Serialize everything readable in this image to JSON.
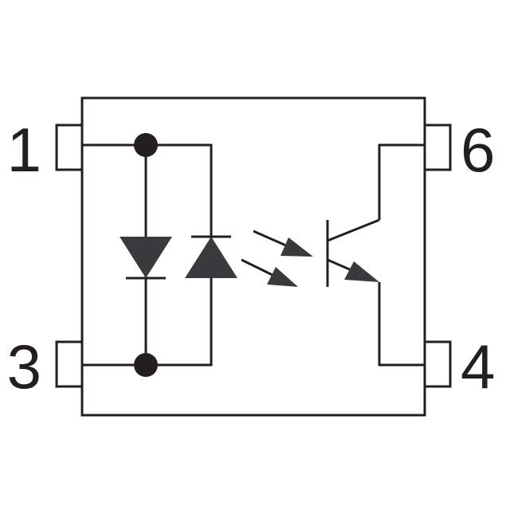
{
  "pins": [
    {
      "number": "1"
    },
    {
      "number": "3"
    },
    {
      "number": "6"
    },
    {
      "number": "4"
    }
  ],
  "colors": {
    "stroke": "#231f20",
    "fill": "#3a3a3c",
    "background": "#ffffff"
  }
}
